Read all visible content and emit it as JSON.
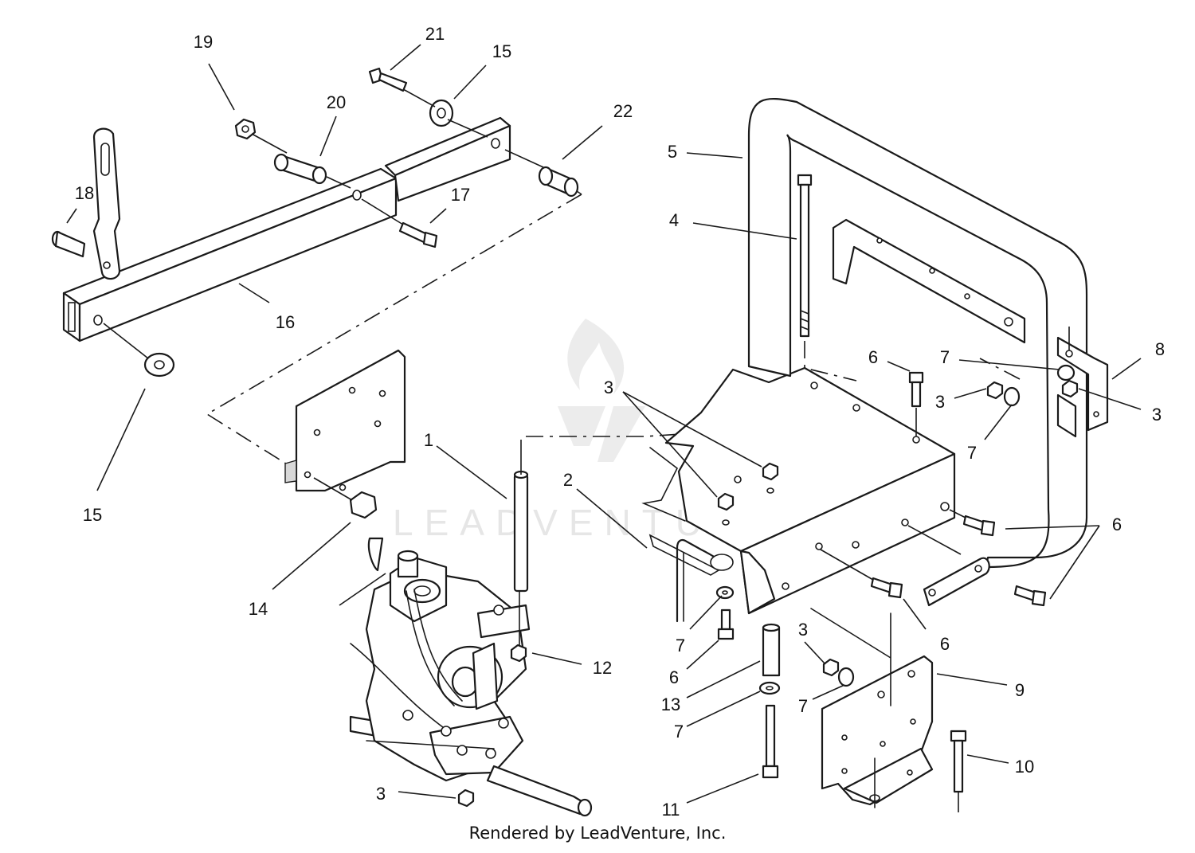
{
  "watermark": {
    "text": "LEADVENTURE",
    "icon": "leadventure-flame-logo",
    "color": "#e6e6e6"
  },
  "credit": "Rendered by LeadVenture, Inc.",
  "callouts": {
    "c1": "1",
    "c2": "2",
    "c3a": "3",
    "c3b": "3",
    "c3c": "3",
    "c3d": "3",
    "c3e": "3",
    "c4": "4",
    "c5": "5",
    "c6a": "6",
    "c6b": "6",
    "c6c": "6",
    "c6d": "6",
    "c7a": "7",
    "c7b": "7",
    "c7c": "7",
    "c7d": "7",
    "c7e": "7",
    "c8": "8",
    "c9": "9",
    "c10": "10",
    "c11": "11",
    "c12": "12",
    "c13": "13",
    "c14": "14",
    "c15a": "15",
    "c15b": "15",
    "c16": "16",
    "c17": "17",
    "c18": "18",
    "c19": "19",
    "c20": "20",
    "c21": "21",
    "c22": "22"
  }
}
